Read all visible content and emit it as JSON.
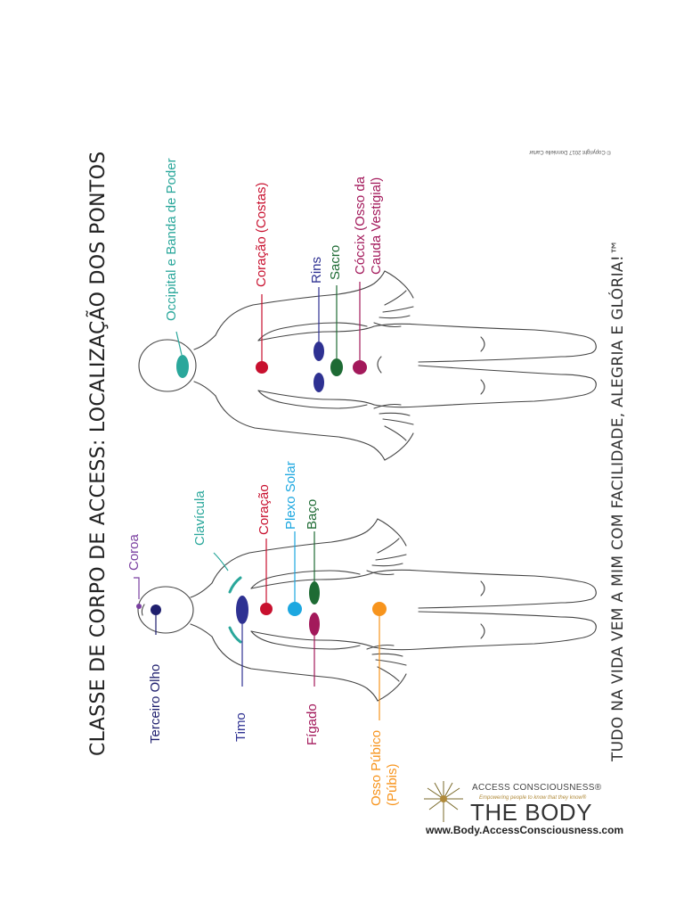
{
  "title": "CLASSE DE CORPO DE ACCESS: LOCALIZAÇÃO DOS PONTOS",
  "tagline": "TUDO NA VIDA VEM A MIM COM FACILIDADE, ALEGRIA E GLÓRIA!™",
  "copyright": "© Copyright 2017 Donnielle Carter",
  "colors": {
    "navy": "#1f1f6e",
    "indigo": "#2e3192",
    "purple": "#7a3fa0",
    "teal": "#2aa79b",
    "red": "#c8102e",
    "sky": "#1ca7e0",
    "green": "#1e6b34",
    "magenta": "#a3195b",
    "orange": "#f7941d"
  },
  "front_points": [
    {
      "label": "Coroa",
      "color": "#7a3fa0"
    },
    {
      "label": "Terceiro Olho",
      "color": "#1f1f6e"
    },
    {
      "label": "Clavícula",
      "color": "#2aa79b"
    },
    {
      "label": "Timo",
      "color": "#2e3192"
    },
    {
      "label": "Coração",
      "color": "#c8102e"
    },
    {
      "label": "Plexo Solar",
      "color": "#1ca7e0"
    },
    {
      "label": "Baço",
      "color": "#1e6b34"
    },
    {
      "label": "Fígado",
      "color": "#a3195b"
    },
    {
      "label": "Osso Púbico",
      "label2": "(Púbis)",
      "color": "#f7941d"
    }
  ],
  "back_points": [
    {
      "label": "Occipital e Banda de Poder",
      "color": "#2aa79b"
    },
    {
      "label": "Coração (Costas)",
      "color": "#c8102e"
    },
    {
      "label": "Rins",
      "color": "#2e3192"
    },
    {
      "label": "Sacro",
      "color": "#1e6b34"
    },
    {
      "label": "Cóccix (Osso da",
      "label2": "Cauda Vestigial)",
      "color": "#a3195b"
    }
  ],
  "brand": {
    "top": "ACCESS CONSCIOUSNESS®",
    "sub": "Empowering people to know that they know®",
    "big": "THE BODY",
    "url": "www.Body.AccessConsciousness.com"
  }
}
